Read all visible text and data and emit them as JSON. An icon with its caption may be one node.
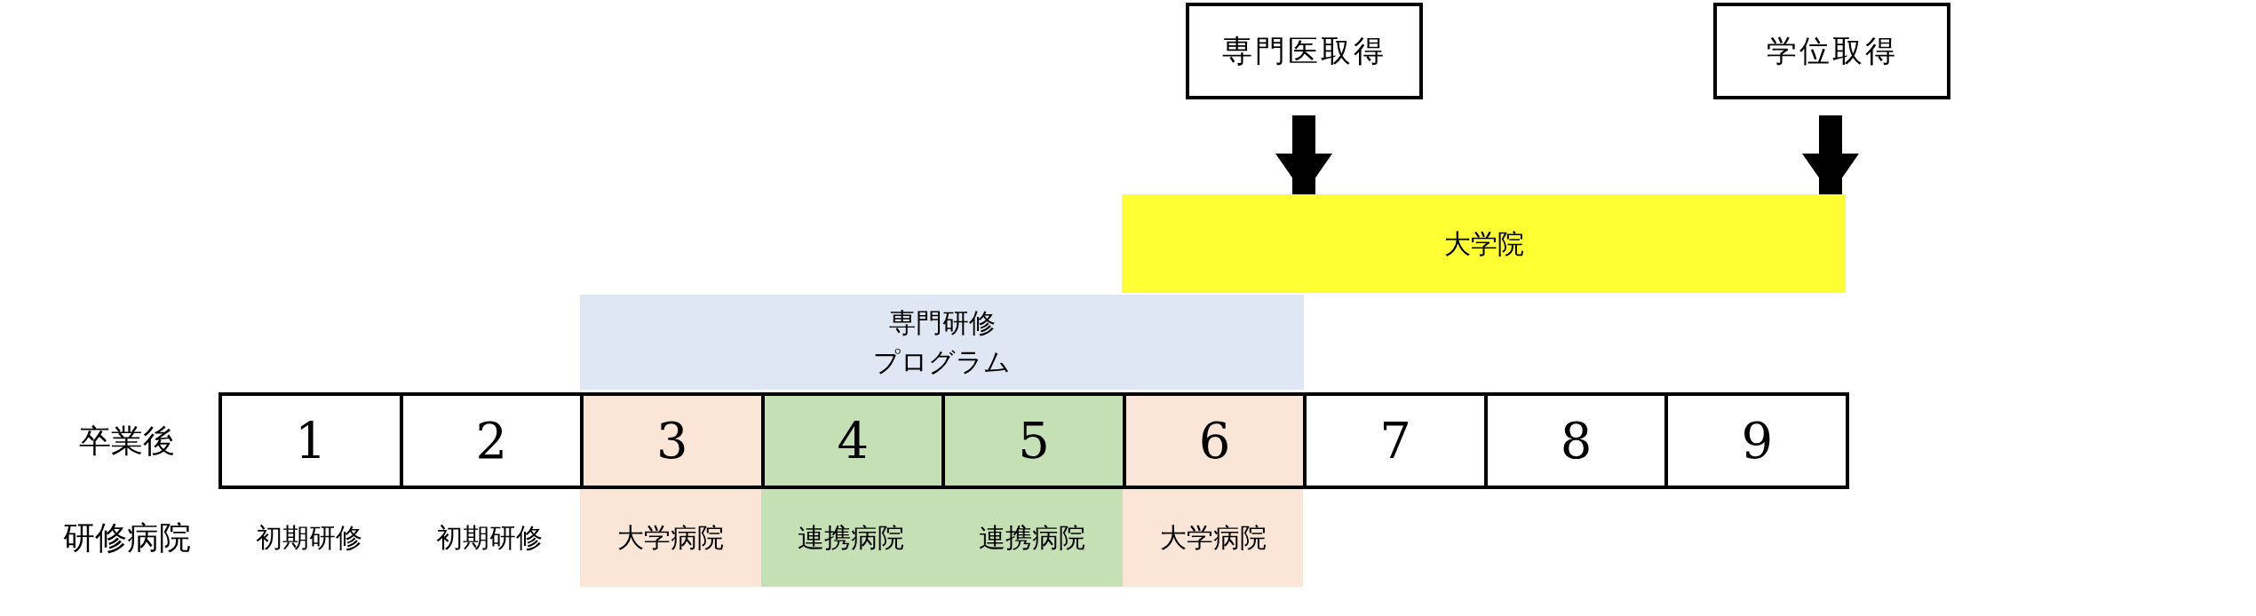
{
  "diagram": {
    "nodes": [
      {
        "text": [
          "専門医取得"
        ]
      },
      {
        "text": [
          "学位取得"
        ]
      },
      {
        "text": [
          "大学院"
        ]
      },
      {
        "text": [
          "専門研修プログラム"
        ]
      },
      {
        "text": [
          "1"
        ]
      },
      {
        "text": [
          "2"
        ]
      },
      {
        "text": [
          "3"
        ]
      },
      {
        "text": [
          "4"
        ]
      },
      {
        "text": [
          "5"
        ]
      },
      {
        "text": [
          "6"
        ]
      },
      {
        "text": [
          "7"
        ]
      },
      {
        "text": [
          "8"
        ]
      },
      {
        "text": [
          "9"
        ]
      },
      {
        "text": [
          "初期研修"
        ]
      },
      {
        "text": [
          "初期研修"
        ]
      },
      {
        "text": [
          "大学病院"
        ]
      },
      {
        "text": [
          "連携病院"
        ]
      },
      {
        "text": [
          "連携病院"
        ]
      },
      {
        "text": [
          "大学病院"
        ]
      }
    ],
    "edges": [
      {
        "from": 0,
        "to": 2,
        "arrow": "to"
      },
      {
        "from": 1,
        "to": 2,
        "arrow": "to"
      }
    ],
    "labels": [
      "卒業後",
      "研修病院"
    ]
  }
}
